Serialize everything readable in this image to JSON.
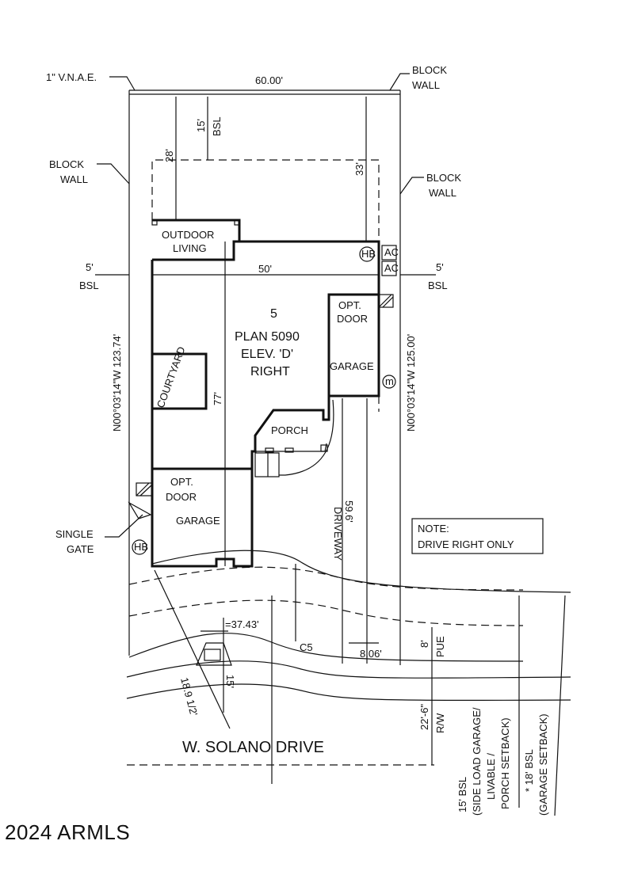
{
  "lot": {
    "number": "5",
    "plan": "PLAN 5090",
    "elevation": "ELEV. 'D'",
    "orientation": "RIGHT",
    "width_label": "60.00'",
    "left_bearing": "N00°03'14\"W 123.74'",
    "right_bearing": "N00°03'14\"W 125.00'"
  },
  "labels": {
    "vnae": "1\" V.N.A.E.",
    "block_wall_top": [
      "BLOCK",
      "WALL"
    ],
    "block_wall_left": [
      "BLOCK",
      "WALL"
    ],
    "block_wall_right": [
      "BLOCK",
      "WALL"
    ],
    "outdoor_living": [
      "OUTDOOR",
      "LIVING"
    ],
    "courtyard": "COURTYARD",
    "porch": "PORCH",
    "opt_door": [
      "OPT.",
      "DOOR"
    ],
    "garage": "GARAGE",
    "hb": "HB",
    "meter": "m",
    "ac": "AC",
    "single_gate": [
      "SINGLE",
      "GATE"
    ],
    "driveway": "DRIVEWAY",
    "driveway_len": "59.6'",
    "street": "W. SOLANO DRIVE",
    "c5": "C5",
    "pue": "PUE",
    "rw": "R/W"
  },
  "dimensions": {
    "rear_bsl": "15'",
    "bsl": "BSL",
    "d28": "28'",
    "d33": "33'",
    "d50": "50'",
    "d77": "77'",
    "side_left": "5'",
    "side_right": "5'",
    "chord": "=37.43'",
    "arc": "18.9 1/2'",
    "front15": "15'",
    "d806": "8.06'",
    "pue_width": "8'",
    "rw_width": "22'-6\""
  },
  "note": {
    "title": "NOTE:",
    "text": "DRIVE RIGHT ONLY"
  },
  "setbacks": {
    "side_load": [
      "15' BSL",
      "(SIDE LOAD GARAGE/",
      "LIVABLE /",
      "PORCH  SETBACK)"
    ],
    "garage": [
      "* 18' BSL",
      "(GARAGE SETBACK)"
    ]
  },
  "footer": {
    "copyright": "2024 ARMLS"
  }
}
